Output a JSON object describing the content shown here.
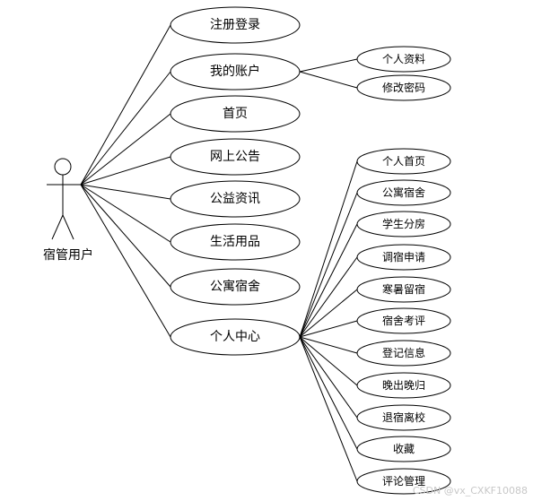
{
  "actor": {
    "label": "宿管用户",
    "icon": "stick-figure-icon"
  },
  "use_cases": [
    {
      "id": "register-login",
      "label": "注册登录"
    },
    {
      "id": "my-account",
      "label": "我的账户",
      "children": [
        {
          "id": "personal-info",
          "label": "个人资料"
        },
        {
          "id": "change-password",
          "label": "修改密码"
        }
      ]
    },
    {
      "id": "home",
      "label": "首页"
    },
    {
      "id": "announcements",
      "label": "网上公告"
    },
    {
      "id": "public-info",
      "label": "公益资讯"
    },
    {
      "id": "daily-goods",
      "label": "生活用品"
    },
    {
      "id": "apartment-dorm",
      "label": "公寓宿舍"
    },
    {
      "id": "personal-center",
      "label": "个人中心",
      "children": [
        {
          "id": "personal-home",
          "label": "个人首页"
        },
        {
          "id": "pc-apartment-dorm",
          "label": "公寓宿舍"
        },
        {
          "id": "room-assignment",
          "label": "学生分房"
        },
        {
          "id": "dorm-transfer",
          "label": "调宿申请"
        },
        {
          "id": "vacation-stay",
          "label": "寒暑留宿"
        },
        {
          "id": "dorm-evaluation",
          "label": "宿舍考评"
        },
        {
          "id": "registration-info",
          "label": "登记信息"
        },
        {
          "id": "late-return",
          "label": "晚出晚归"
        },
        {
          "id": "checkout",
          "label": "退宿离校"
        },
        {
          "id": "favorites",
          "label": "收藏"
        },
        {
          "id": "comment-management",
          "label": "评论管理"
        }
      ]
    }
  ],
  "watermark": "CSDN @vx_CXKF10088"
}
